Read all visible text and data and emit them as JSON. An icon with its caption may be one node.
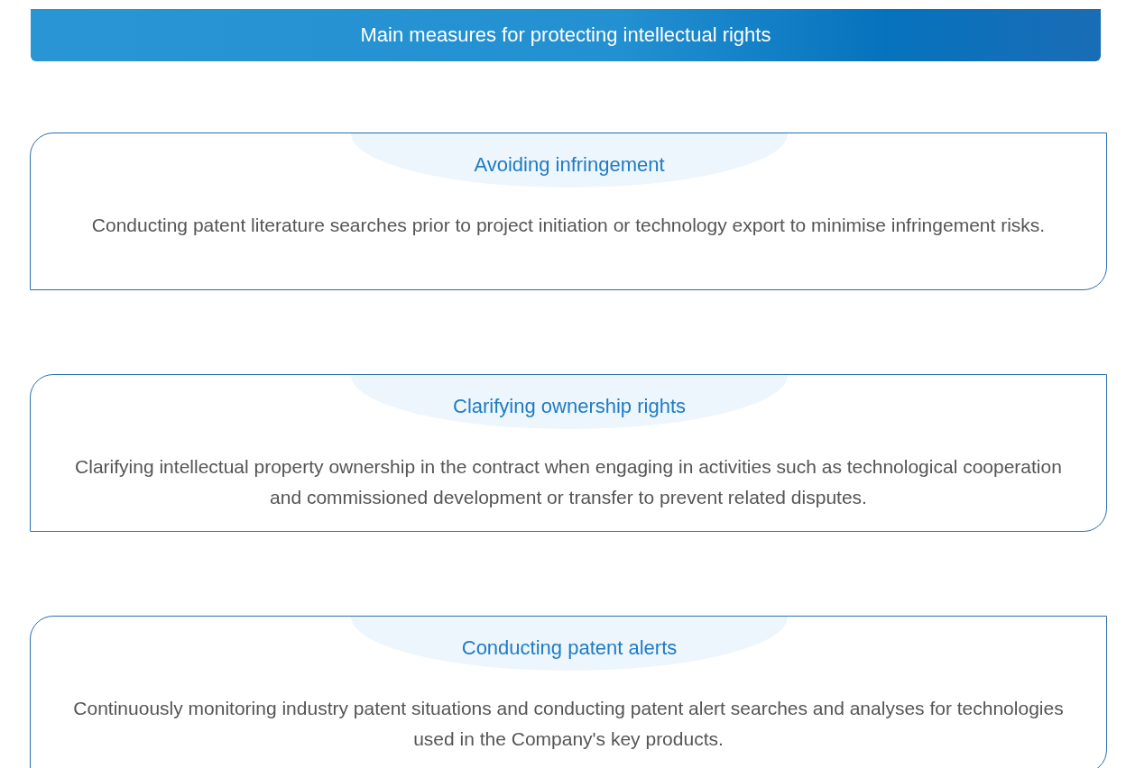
{
  "diagram": {
    "title": "Main measures for protecting intellectual rights",
    "nodes": [
      {
        "text": [
          "Avoiding infringement",
          "Conducting patent literature searches prior to project initiation or technology export to minimise infringement risks."
        ]
      },
      {
        "text": [
          "Clarifying ownership rights",
          "Clarifying intellectual property ownership in the contract when engaging in activities such as technological cooperation and commissioned development or transfer to prevent related disputes."
        ]
      },
      {
        "text": [
          "Conducting patent alerts",
          "Continuously monitoring industry patent situations and conducting patent alert searches and analyses for technologies used in the Company's key products."
        ]
      }
    ]
  }
}
